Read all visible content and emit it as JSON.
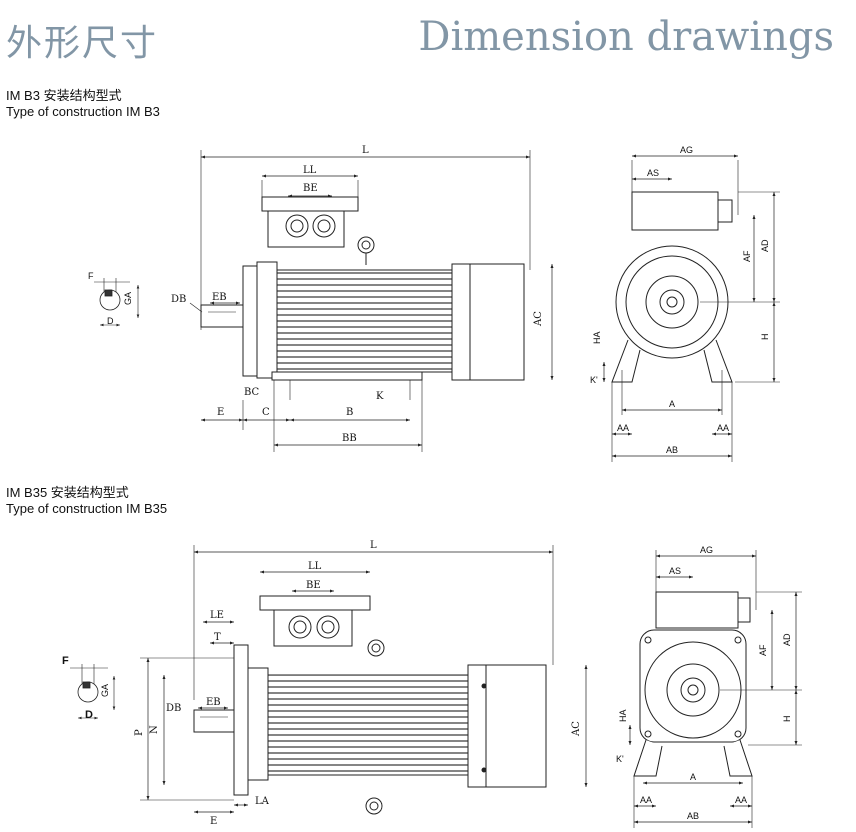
{
  "header": {
    "title_cn": "外形尺寸",
    "title_en": "Dimension drawings"
  },
  "section_b3": {
    "title_cn": "IM B3 安装结构型式",
    "title_en": "Type of construction IM B3",
    "labels": {
      "L": "L",
      "LL": "LL",
      "BE": "BE",
      "AC": "AC",
      "DB": "DB",
      "EB": "EB",
      "BC": "BC",
      "C": "C",
      "E": "E",
      "B": "B",
      "K": "K",
      "BB": "BB",
      "F": "F",
      "GA": "GA",
      "D": "D",
      "AG": "AG",
      "AS": "AS",
      "AD": "AD",
      "AF": "AF",
      "H": "H",
      "HA": "HA",
      "Kp": "K'",
      "A": "A",
      "AA_left": "AA",
      "AA_right": "AA",
      "AB": "AB"
    }
  },
  "section_b35": {
    "title_cn": "IM B35 安装结构型式",
    "title_en": "Type of construction IM B35",
    "labels": {
      "L": "L",
      "LL": "LL",
      "BE": "BE",
      "LE": "LE",
      "T": "T",
      "P": "P",
      "N": "N",
      "DB": "DB",
      "EB": "EB",
      "AC": "AC",
      "E": "E",
      "LA": "LA",
      "F": "F",
      "GA": "GA",
      "D": "D",
      "AG": "AG",
      "AS": "AS",
      "AD": "AD",
      "AF": "AF",
      "H": "H",
      "HA": "HA",
      "Kp": "K'",
      "A": "A",
      "AA_left": "AA",
      "AA_right": "AA",
      "AB": "AB"
    }
  },
  "colors": {
    "title": "#8296a6",
    "line": "#222222"
  }
}
